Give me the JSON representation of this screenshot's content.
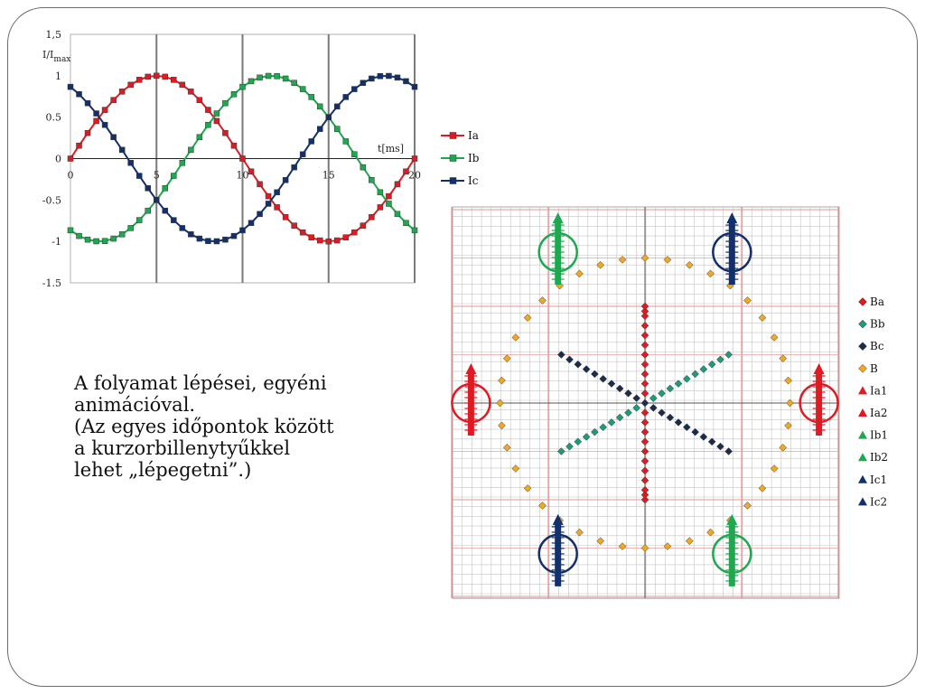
{
  "slide": {
    "text_lines": [
      "A folyamat lépései, egyéni",
      "animációval.",
      "(Az egyes időpontok között",
      "a kurzorbillenytyűkkel",
      "lehet „lépegetni”.)"
    ]
  },
  "chart_data": [
    {
      "type": "line",
      "ylabel_main": "I/I",
      "ylabel_sub": "max",
      "xlabel": "t[ms]",
      "xlim": [
        0,
        20
      ],
      "ylim": [
        -1.5,
        1.5
      ],
      "x_ticks": [
        0,
        5,
        10,
        15,
        20
      ],
      "y_ticks": [
        1.5,
        1,
        0.5,
        0,
        -0.5,
        -1,
        -1.5
      ],
      "x_tick_labels": [
        "0",
        "5",
        "10",
        "15",
        "20"
      ],
      "y_tick_labels": [
        "1,5",
        "1",
        "0.5",
        "0",
        "-0.5",
        "-1",
        "-1.5"
      ],
      "grid": "vertical major lines",
      "legend": "right",
      "x": [
        0,
        0.5,
        1,
        1.5,
        2,
        2.5,
        3,
        3.5,
        4,
        4.5,
        5,
        5.5,
        6,
        6.5,
        7,
        7.5,
        8,
        8.5,
        9,
        9.5,
        10,
        10.5,
        11,
        11.5,
        12,
        12.5,
        13,
        13.5,
        14,
        14.5,
        15,
        15.5,
        16,
        16.5,
        17,
        17.5,
        18,
        18.5,
        19,
        19.5,
        20
      ],
      "series": [
        {
          "name": "Ia",
          "color": "#e01a22",
          "marker": "square",
          "values": [
            0,
            0.156,
            0.309,
            0.454,
            0.588,
            0.707,
            0.809,
            0.891,
            0.951,
            0.988,
            1,
            0.988,
            0.951,
            0.891,
            0.809,
            0.707,
            0.588,
            0.454,
            0.309,
            0.156,
            0,
            -0.156,
            -0.309,
            -0.454,
            -0.588,
            -0.707,
            -0.809,
            -0.891,
            -0.951,
            -0.988,
            -1,
            -0.988,
            -0.951,
            -0.891,
            -0.809,
            -0.707,
            -0.588,
            -0.454,
            -0.309,
            -0.156,
            0
          ]
        },
        {
          "name": "Ib",
          "color": "#1fa84f",
          "marker": "square",
          "values": [
            -0.866,
            -0.934,
            -0.978,
            -0.998,
            -0.995,
            -0.966,
            -0.914,
            -0.839,
            -0.743,
            -0.629,
            -0.5,
            -0.358,
            -0.208,
            -0.052,
            0.105,
            0.259,
            0.407,
            0.545,
            0.669,
            0.777,
            0.866,
            0.934,
            0.978,
            0.998,
            0.995,
            0.966,
            0.914,
            0.839,
            0.743,
            0.629,
            0.5,
            0.358,
            0.208,
            0.052,
            -0.105,
            -0.259,
            -0.407,
            -0.545,
            -0.669,
            -0.777,
            -0.866
          ]
        },
        {
          "name": "Ic",
          "color": "#13306b",
          "marker": "square",
          "values": [
            0.866,
            0.777,
            0.669,
            0.545,
            0.407,
            0.259,
            0.105,
            -0.052,
            -0.208,
            -0.358,
            -0.5,
            -0.629,
            -0.743,
            -0.839,
            -0.914,
            -0.966,
            -0.995,
            -0.998,
            -0.978,
            -0.934,
            -0.866,
            -0.777,
            -0.669,
            -0.545,
            -0.407,
            -0.259,
            -0.105,
            0.052,
            0.208,
            0.358,
            0.5,
            0.629,
            0.743,
            0.839,
            0.914,
            0.966,
            0.995,
            0.998,
            0.978,
            0.934,
            0.866
          ]
        }
      ]
    },
    {
      "type": "scatter",
      "xlim": [
        -2,
        2
      ],
      "ylim": [
        -2,
        2
      ],
      "grid": "fine grid with red major lines",
      "legend": "right",
      "series": [
        {
          "name": "Ba",
          "color": "#e01a22",
          "marker": "diamond",
          "points": [
            [
              0,
              -1
            ],
            [
              0,
              -0.95
            ],
            [
              0,
              -0.9
            ],
            [
              0,
              -0.8
            ],
            [
              0,
              -0.7
            ],
            [
              0,
              -0.6
            ],
            [
              0,
              -0.5
            ],
            [
              0,
              -0.4
            ],
            [
              0,
              -0.3
            ],
            [
              0,
              -0.2
            ],
            [
              0,
              -0.1
            ],
            [
              0,
              0
            ],
            [
              0,
              0.1
            ],
            [
              0,
              0.2
            ],
            [
              0,
              0.3
            ],
            [
              0,
              0.4
            ],
            [
              0,
              0.5
            ],
            [
              0,
              0.6
            ],
            [
              0,
              0.7
            ],
            [
              0,
              0.8
            ],
            [
              0,
              0.9
            ],
            [
              0,
              0.95
            ],
            [
              0,
              1
            ]
          ]
        },
        {
          "name": "Bb",
          "color": "#1f9a7a",
          "marker": "diamond",
          "points": [
            [
              -0.866,
              -0.5
            ],
            [
              -0.78,
              -0.45
            ],
            [
              -0.693,
              -0.4
            ],
            [
              -0.606,
              -0.35
            ],
            [
              -0.52,
              -0.3
            ],
            [
              -0.433,
              -0.25
            ],
            [
              -0.346,
              -0.2
            ],
            [
              -0.26,
              -0.15
            ],
            [
              -0.173,
              -0.1
            ],
            [
              -0.087,
              -0.05
            ],
            [
              0,
              0
            ],
            [
              0.087,
              0.05
            ],
            [
              0.173,
              0.1
            ],
            [
              0.26,
              0.15
            ],
            [
              0.346,
              0.2
            ],
            [
              0.433,
              0.25
            ],
            [
              0.52,
              0.3
            ],
            [
              0.606,
              0.35
            ],
            [
              0.693,
              0.4
            ],
            [
              0.78,
              0.45
            ],
            [
              0.866,
              0.5
            ]
          ]
        },
        {
          "name": "Bc",
          "color": "#1b2d4f",
          "marker": "diamond",
          "points": [
            [
              -0.866,
              0.5
            ],
            [
              -0.78,
              0.45
            ],
            [
              -0.693,
              0.4
            ],
            [
              -0.606,
              0.35
            ],
            [
              -0.52,
              0.3
            ],
            [
              -0.433,
              0.25
            ],
            [
              -0.346,
              0.2
            ],
            [
              -0.26,
              0.15
            ],
            [
              -0.173,
              0.1
            ],
            [
              -0.087,
              0.05
            ],
            [
              0,
              0
            ],
            [
              0.087,
              -0.05
            ],
            [
              0.173,
              -0.1
            ],
            [
              0.26,
              -0.15
            ],
            [
              0.346,
              -0.2
            ],
            [
              0.433,
              -0.25
            ],
            [
              0.52,
              -0.3
            ],
            [
              0.606,
              -0.35
            ],
            [
              0.693,
              -0.4
            ],
            [
              0.78,
              -0.45
            ],
            [
              0.866,
              -0.5
            ]
          ]
        },
        {
          "name": "B",
          "color": "#f2a922",
          "marker": "diamond",
          "points": [
            [
              0,
              1.5
            ],
            [
              0.233,
              1.482
            ],
            [
              0.461,
              1.427
            ],
            [
              0.678,
              1.338
            ],
            [
              0.882,
              1.214
            ],
            [
              1.061,
              1.061
            ],
            [
              1.214,
              0.882
            ],
            [
              1.338,
              0.678
            ],
            [
              1.427,
              0.461
            ],
            [
              1.482,
              0.233
            ],
            [
              1.5,
              0
            ],
            [
              1.482,
              -0.233
            ],
            [
              1.427,
              -0.461
            ],
            [
              1.338,
              -0.678
            ],
            [
              1.214,
              -0.882
            ],
            [
              1.061,
              -1.061
            ],
            [
              0.882,
              -1.214
            ],
            [
              0.678,
              -1.338
            ],
            [
              0.461,
              -1.427
            ],
            [
              0.233,
              -1.482
            ],
            [
              0,
              -1.5
            ],
            [
              -0.233,
              -1.482
            ],
            [
              -0.461,
              -1.427
            ],
            [
              -0.678,
              -1.338
            ],
            [
              -0.882,
              -1.214
            ],
            [
              -1.061,
              -1.061
            ],
            [
              -1.214,
              -0.882
            ],
            [
              -1.338,
              -0.678
            ],
            [
              -1.427,
              -0.461
            ],
            [
              -1.482,
              -0.233
            ],
            [
              -1.5,
              0
            ],
            [
              -1.482,
              0.233
            ],
            [
              -1.427,
              0.461
            ],
            [
              -1.338,
              0.678
            ],
            [
              -1.214,
              0.882
            ],
            [
              -1.061,
              1.061
            ],
            [
              -0.882,
              1.214
            ],
            [
              -0.678,
              1.338
            ],
            [
              -0.461,
              1.427
            ],
            [
              -0.233,
              1.482
            ]
          ]
        },
        {
          "name": "Ia1",
          "color": "#e01a22",
          "marker": "triangle",
          "position": [
            -1.8,
            0
          ]
        },
        {
          "name": "Ia2",
          "color": "#e01a22",
          "marker": "triangle",
          "position": [
            1.8,
            0
          ]
        },
        {
          "name": "Ib1",
          "color": "#1fa84f",
          "marker": "triangle",
          "position": [
            -0.9,
            1.56
          ]
        },
        {
          "name": "Ib2",
          "color": "#1fa84f",
          "marker": "triangle",
          "position": [
            0.9,
            -1.56
          ]
        },
        {
          "name": "Ic1",
          "color": "#13306b",
          "marker": "triangle",
          "position": [
            0.9,
            1.56
          ]
        },
        {
          "name": "Ic2",
          "color": "#13306b",
          "marker": "triangle",
          "position": [
            -0.9,
            -1.56
          ]
        }
      ]
    }
  ]
}
